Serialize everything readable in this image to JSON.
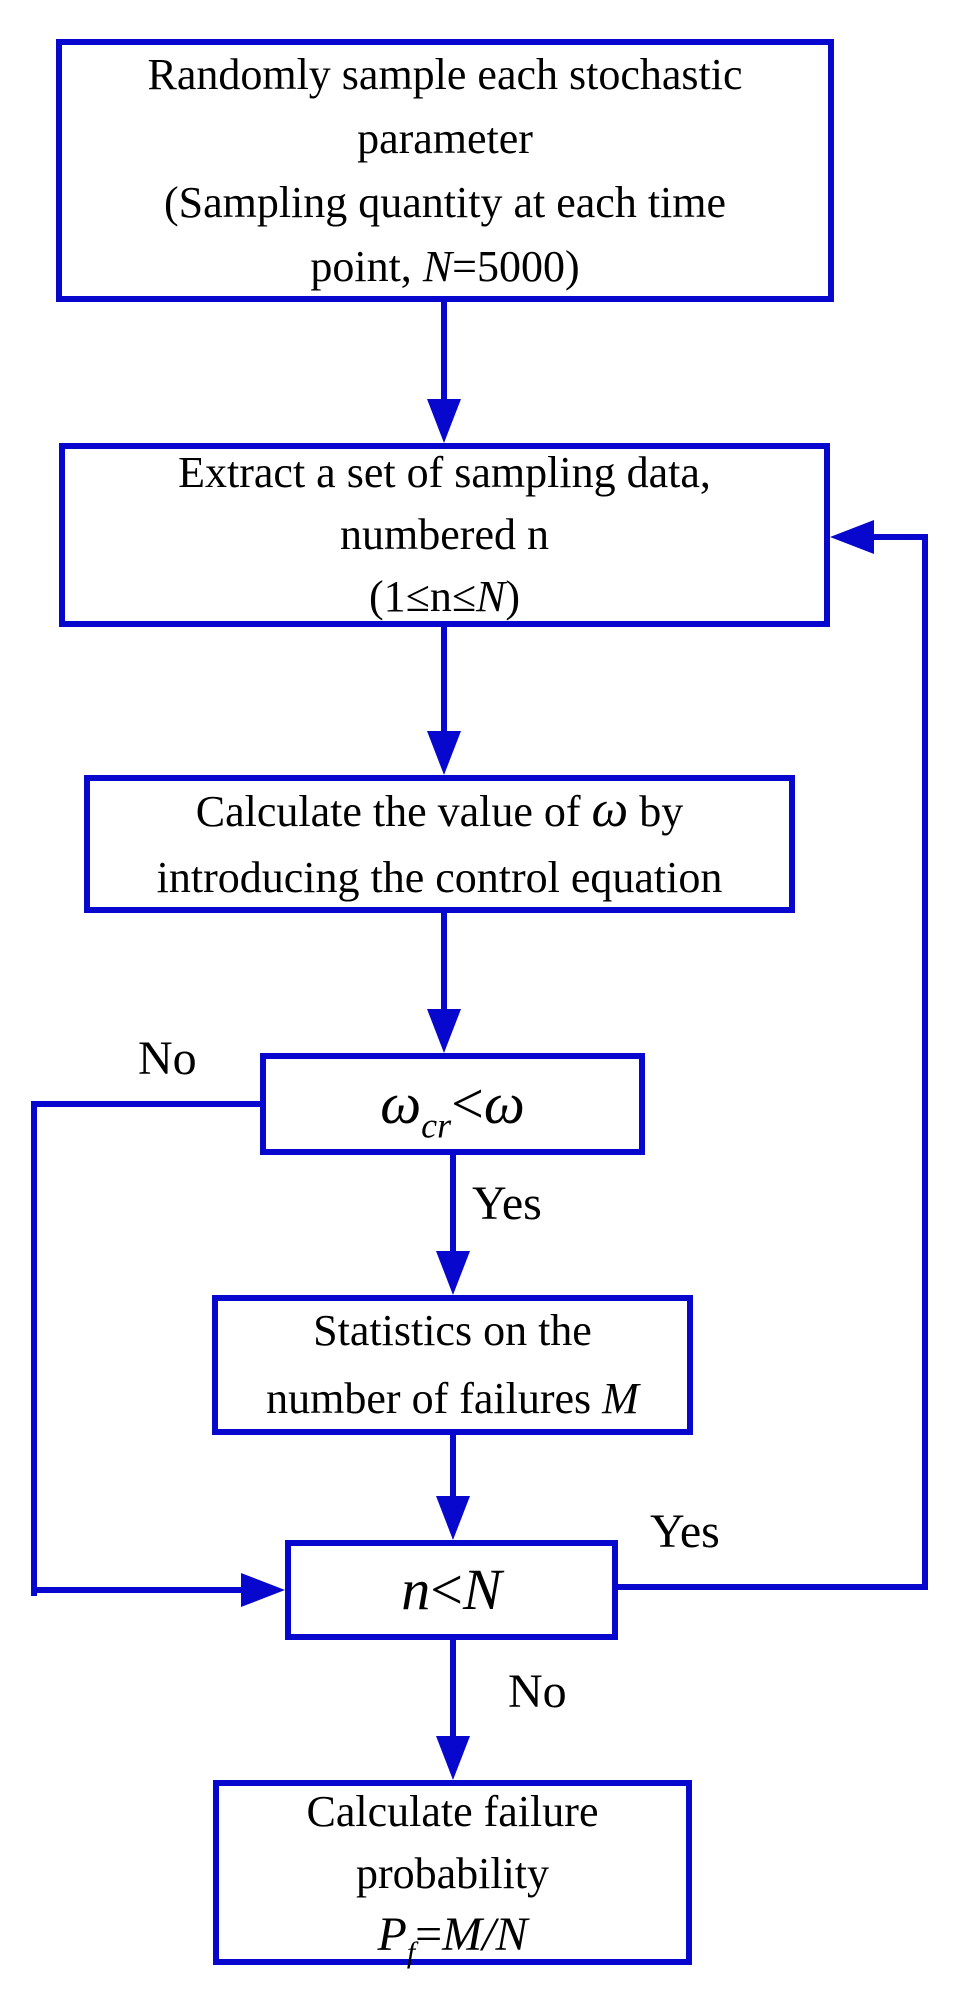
{
  "colors": {
    "line_blue": "#0707CD",
    "text": "#000000",
    "background": "#FFFFFF"
  },
  "box1": {
    "line1": "Randomly sample each stochastic",
    "line2": "parameter",
    "line3": "(Sampling quantity at each time",
    "line4_pre": "point, ",
    "line4_var": "N",
    "line4_post": "=5000)"
  },
  "box2": {
    "line1": "Extract a set of sampling data,",
    "line2": "numbered n",
    "line3_pre": "(1≤n≤",
    "line3_var": "N",
    "line3_post": ")"
  },
  "box3": {
    "line1_pre": "Calculate the value of ",
    "line1_var": "ω",
    "line1_post": " by",
    "line2": "introducing the control equation"
  },
  "box4": {
    "var1": "ω",
    "sub1": "cr",
    "op": "<",
    "var2": "ω"
  },
  "box5": {
    "line1": "Statistics on the",
    "line2_pre": "number of failures ",
    "line2_var": "M"
  },
  "box6": {
    "var1": "n",
    "op": "<",
    "var2": "N"
  },
  "box7": {
    "line1": "Calculate failure",
    "line2": "probability",
    "line3_var": "P",
    "line3_sub": "f",
    "line3_op": "=",
    "line3_expr": "M/N"
  },
  "labels": {
    "decision1_no": "No",
    "decision1_yes": "Yes",
    "decision2_yes": "Yes",
    "decision2_no": "No"
  }
}
